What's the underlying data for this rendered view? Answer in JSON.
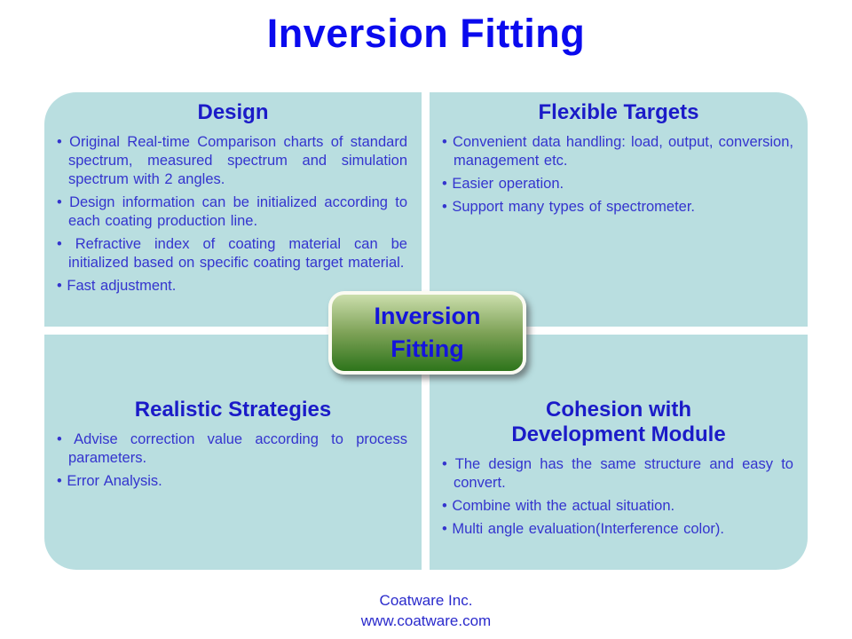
{
  "slide": {
    "title": "Inversion Fitting",
    "footer": {
      "company": "Coatware Inc.",
      "website": "www.coatware.com"
    }
  },
  "center_badge": {
    "line1": "Inversion",
    "line2": "Fitting"
  },
  "quadrants": {
    "design": {
      "heading": "Design",
      "bullets": [
        "Original Real-time Comparison charts of standard spectrum, measured spectrum and simulation spectrum with 2 angles.",
        "Design information can be initialized according to each coating production line.",
        "Refractive index of coating material can be initialized based on specific coating target material.",
        "Fast adjustment."
      ]
    },
    "flexible_targets": {
      "heading": "Flexible Targets",
      "bullets": [
        "Convenient data handling: load, output, conversion, management etc.",
        "Easier operation.",
        "Support many types of spectrometer."
      ]
    },
    "realistic_strategies": {
      "heading": "Realistic Strategies",
      "bullets": [
        "Advise correction value according to process parameters.",
        "Error Analysis."
      ]
    },
    "cohesion_with_development_module": {
      "heading": "Cohesion with Development Module",
      "bullets": [
        "The design has the same structure and easy to convert.",
        "Combine with the actual situation.",
        "Multi angle evaluation(Interference color)."
      ]
    }
  },
  "bullet_glyph": "•",
  "colors": {
    "title_blue": "#0A0AEE",
    "heading_blue": "#1B1BC8",
    "body_blue": "#3434CE",
    "panel_teal": "#B9DEE0",
    "badge_gradient_top": "#CBDEAC",
    "badge_gradient_bottom": "#2D741B",
    "badge_border": "#FBFBF2",
    "badge_text_blue": "#1414DC",
    "footer_blue": "#2A2ACC"
  }
}
